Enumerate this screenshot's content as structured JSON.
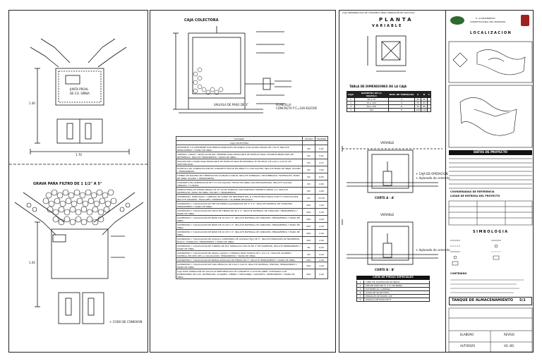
{
  "sheet1": {
    "top_label_1": "JUNTA PROAL",
    "top_label_2": "DE CO. SIMBA",
    "dim_left_top": "1.40",
    "dim_bottom_top": "1.70",
    "gravel_label": "GRAVA PARA FILTRO DE 1 1/2\" A 5\"",
    "dim_left_bottom": "1.45",
    "legend_note": "+ CODO DE CONEXION"
  },
  "sheet2": {
    "section_title": "CAJA COLECTORA",
    "note_valve": "VALVULA DE PASO DE 3\"",
    "note_plan": "PLANTILLA",
    "note_plan_2": "CONCRETO F'C=100 KG/CM2",
    "table": {
      "headers": [
        "Concepto",
        "Unidad",
        "Cantidad"
      ],
      "group": "CAJA COLECTORA",
      "rows": [
        {
          "concepto": "DESMONTE Y/O DESHIERBE POR MEDIOS MANUALES EN ZANJAS CON ALTURA MAYOR DE 1.50 M. INCLUYE HERRAMIENTA Y MANO DE OBRA.",
          "unidad": "M2",
          "cantidad": "5.61"
        },
        {
          "concepto": "LIMPIEZA, TRAZO Y NIVELACION DEL TERRENO PARA DESPLANTE DE ESTRUCTURAS, ESTABLECIENDO EJES DE REFERENCIA. INCLUYE HERRAMIENTA Y MANO DE OBRA.",
          "unidad": "M2",
          "cantidad": "5.61"
        },
        {
          "concepto": "EXCAVACION A MANO PARA DESPLANTE DE ESTRUCTURAS EN MATERIAL 'B' EN SECO, DE 0.00 A 2.00 M. DE PROFUNDIDAD.",
          "unidad": "M3",
          "cantidad": "2.71"
        },
        {
          "concepto": "PLANTILLA DE COMPACTACION DE CONCRETO HECHO EN OBRA F'C=100 KG/CM2, INCLUYE MANO DE OBRA, EQUIPO Y HERRAMIENTA.",
          "unidad": "M2",
          "cantidad": "3.95"
        },
        {
          "concepto": "CIMBRA DE MADERA EN CIMENTACION ACABADO COMUN, INCLUYE CIMBRADO, DESCIMBRADO, MATERIALES, MANO DE OBRA, EQUIPO Y HERRAMIENTA.",
          "unidad": "M2",
          "cantidad": "8.65"
        },
        {
          "concepto": "CONCRETO EN CIMENTACION DE F'C=150 KG/CM2, HECHO EN OBRA CON REVOLVEDORA, INCLUYE COLADO, VIBRADO Y CURADO.",
          "unidad": "M3",
          "cantidad": "0.83"
        },
        {
          "concepto": "MAMPOSTERIA DE PIEDRA BRAZA DE 30 CM DE ESPESOR CON MORTERO CEMENTO ARENA 1:5, INCLUYE MATERIALES, MANO DE OBRA, EQUIPO Y HERRAMIENTA.",
          "unidad": "M3",
          "cantidad": "2.80"
        },
        {
          "concepto": "SUMINISTRO, HABILITADO Y ARMADO DE ACERO DE REFUERZO DEL # 3 EN ESTRUCTURAS CON FY=4200 KG/CM2, INCLUYE AMARRES, TRASLAPES, DESPERDICIOS Y ALAMBRE RECOCIDO.",
          "unidad": "KG",
          "cantidad": "23.50"
        },
        {
          "concepto": "SUMINISTRO Y COLOCACION DE TEE DE FIERRO GALVANIZADO DE 3\" X 3\", INCLUYE MATERIAL DE CONSUMO, HERRAMIENTA Y MANO DE OBRA.",
          "unidad": "PZA",
          "cantidad": "1.00"
        },
        {
          "concepto": "SUMINISTRO Y COLOCACION DE CODO DE FIERRO DE 90 X 3\", INCLUYE MATERIAL DE CONSUMO, HERRAMIENTA Y MANO DE OBRA.",
          "unidad": "PZA",
          "cantidad": "2.00"
        },
        {
          "concepto": "SUMINISTRO Y COLOCACION DE NIPLE DE 10 CM X 3\", INCLUYE MATERIAL DE CONSUMO, HERRAMIENTA Y MANO DE OBRA.",
          "unidad": "PZA",
          "cantidad": "4.00"
        },
        {
          "concepto": "SUMINISTRO Y COLOCACION DE NIPLE DE 15 CM X 3\", INCLUYE MATERIAL DE CONSUMO, HERRAMIENTA Y MANO DE OBRA.",
          "unidad": "PZA",
          "cantidad": "2.00"
        },
        {
          "concepto": "SUMINISTRO Y COLOCACION DE NIPLE DE 20 CM X 3\", INCLUYE MATERIAL DE CONSUMO, HERRAMIENTA Y MANO DE OBRA.",
          "unidad": "PZA",
          "cantidad": "2.00"
        },
        {
          "concepto": "SUMINISTRO Y COLOCACION DE VALVULA COMPUERTA DE VASTAGO FIJO DE 3\", INCLUYE EMPAQUES DE NEOPRENO, ROSCA, TORNILLOS, HERRAMIENTA Y MANO DE OBRA.",
          "unidad": "PZA",
          "cantidad": "2.00"
        },
        {
          "concepto": "SUMINISTRO Y COLOCACION DE TUBERIA DE PVC HIDRAULICO RD-26 DE 3\" DE DIAMETRO, INCLUYE HERRAMIENTA Y MANO DE OBRA.",
          "unidad": "ML",
          "cantidad": "6.00"
        },
        {
          "concepto": "SUMINISTRO Y COLOCACION DE GRAVA LAVADA Y CRIBADA PARA FILTROS DE 1 1/2 A 5\", INCLUYE ACARREO MATERIAL EN SITIO DE LA COLOCACION, HERRAMIENTA Y MANO DE OBRA.",
          "unidad": "M3",
          "cantidad": "2.00"
        },
        {
          "concepto": "SUMINISTRO Y COLOCACION DE BRIDAS ROSCADA DE FIERRO DE 3\", INCLUYE HERRAMIENTA Y MANO DE OBRA.",
          "unidad": "PZA",
          "cantidad": "2.00"
        },
        {
          "concepto": "SUMINISTRO Y COLOCACION DE TAPA METALICA DE 0.60 X 0.60 M, INCLUYE MATERIAL, PINTURA, HERRAMIENTA Y MANO DE OBRA.",
          "unidad": "PZA",
          "cantidad": "1.00"
        },
        {
          "concepto": "CAJA PARA OPERACION DE VALVULAS PREFABRICADA DE CONCRETO A ACTUAR LIBRE, CONTANDO CON DIMENSIONES DE 0.60, MATERIALES, ACARREO, CIMBRA Y DESCIMBRA, CONCRETO, HERRAMIENTA Y MANO DE OBRA.",
          "unidad": "PZA",
          "cantidad": "2.00"
        }
      ]
    }
  },
  "sheet3": {
    "header_note": "CAJA PREFABRICADA DE CONCRETO PARA OPERACION DE VALVULAS",
    "plan_title": "PLANTA",
    "plan_subtitle": "VARIABLE",
    "dim_table_title": "TABLA DE DIMENSIONES DE LA CAJA",
    "dim_headers": [
      "CAJA",
      "DIAMETRO DE LA VALVULA",
      "NUM. DE TORNILLOS",
      "A",
      "B",
      "C"
    ],
    "dim_rows": [
      [
        "1",
        "50 a 75",
        "4",
        "45",
        "55",
        "-"
      ],
      [
        "2",
        "65 a 100",
        "4",
        "55",
        "65",
        "-"
      ],
      [
        "3",
        "80 a 150",
        "8",
        "75",
        "85",
        "-"
      ],
      [
        "4",
        "250",
        "8",
        "120",
        "130",
        "-"
      ]
    ],
    "section_a_label": "CORTE A - A'",
    "section_b_label": "CORTE B - B'",
    "variable_label": "VARIABLE",
    "materials_title": "LISTA DE PIEZAS ESPECIALES",
    "materials": [
      "TUBO DE ADAPTADOR DE BRIDA",
      "TEE DE FOFO DE 3\" X 3\" DE BRIDA",
      "EXTREMIDAD CAMPANA",
      "CODO DE 90 DE FOFO",
      "EMPAQUE DE PLOMO 1/8\"",
      "VALVULA DE PASO DE 3\""
    ],
    "legend_note_1": "+ CAJA DE OPERACION",
    "legend_note_2": "+ Aplanado de cemento"
  },
  "titleblock": {
    "institution_1": "H. AYUNTAMIENTO",
    "institution_2": "CONSTITUCIONAL DEL MUNICIPIO",
    "location_header": "LOCALIZACION",
    "data_header": "DATOS DE PROYECTO",
    "scale_label_1": "COORDENADAS DE REFERENCIA",
    "scale_label_2": "LUGAR DE ENTREGA DEL PROYECTO",
    "simbology_header": "SIMBOLOGIA",
    "content_label": "CONTENIDO",
    "project_name": "TANQUE DE ALMACENAMIENTO",
    "sheet_number": "5/1",
    "sign_1": "ELABORO",
    "sign_2": "REVISO",
    "sign_3": "AUTORIZO",
    "sign_4": "VO. BO."
  },
  "colors": {
    "line": "#111111",
    "logo_green": "#2f6b2f",
    "logo_red": "#a02020"
  }
}
